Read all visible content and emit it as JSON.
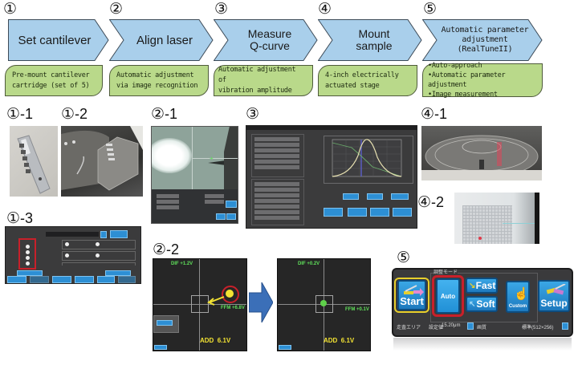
{
  "steps": [
    {
      "num": "①",
      "label": "Set cantilever",
      "desc": [
        "Pre-mount cantilever",
        "cartridge (set of 5)"
      ]
    },
    {
      "num": "②",
      "label": "Align laser",
      "desc": [
        "Automatic adjustment",
        "via image recognition"
      ]
    },
    {
      "num": "③",
      "label": "Measure\nQ-curve",
      "label_lines": [
        "Measure",
        "Q-curve"
      ],
      "desc": [
        "Automatic adjustment of",
        "vibration amplitude"
      ]
    },
    {
      "num": "④",
      "label_lines": [
        "Mount",
        "sample"
      ],
      "desc": [
        "4-inch electrically",
        "actuated stage"
      ]
    },
    {
      "num": "⑤",
      "label_lines": [
        "Automatic parameter",
        "adjustment",
        "(RealTuneII)"
      ],
      "desc": [
        "•Auto-approach",
        "•Automatic parameter adjustment",
        "•Image measurement"
      ]
    }
  ],
  "figures": {
    "f1_1": {
      "num": "①",
      "suffix": "-1"
    },
    "f1_2": {
      "num": "①",
      "suffix": "-2"
    },
    "f1_3": {
      "num": "①",
      "suffix": "-3"
    },
    "f2_1": {
      "num": "②",
      "suffix": "-1"
    },
    "f2_2": {
      "num": "②",
      "suffix": "-2"
    },
    "f3": {
      "num": "③"
    },
    "f4_1": {
      "num": "④",
      "suffix": "-1"
    },
    "f4_2": {
      "num": "④",
      "suffix": "-2"
    },
    "f5": {
      "num": "⑤"
    }
  },
  "laser_before": {
    "dif": "DIF  +1.2V",
    "ffm": "FFM  +6.8V",
    "add": "ADD  6.1V"
  },
  "laser_after": {
    "dif": "DIF  +0.2V",
    "ffm": "FFM  +0.1V",
    "add": "ADD  6.1V"
  },
  "realtune_panel": {
    "mode_label": "調整モード",
    "buttons": {
      "start": "Start",
      "auto": "Auto",
      "fast": "Fast",
      "soft": "Soft",
      "custom": "Custom",
      "setup": "Setup"
    },
    "footer": {
      "area_label": "走査エリア",
      "setting_label": "設定値",
      "setting_value": "15.20μm",
      "mode_label": "画質",
      "mode_value": "標準(512×256)"
    }
  },
  "colors": {
    "arrow_fill": "#a9cfeb",
    "desc_fill": "#b9d98a",
    "highlight_red": "#c8202a",
    "highlight_yellow": "#e7cf2c",
    "big_arrow": "#3b6fb8"
  }
}
